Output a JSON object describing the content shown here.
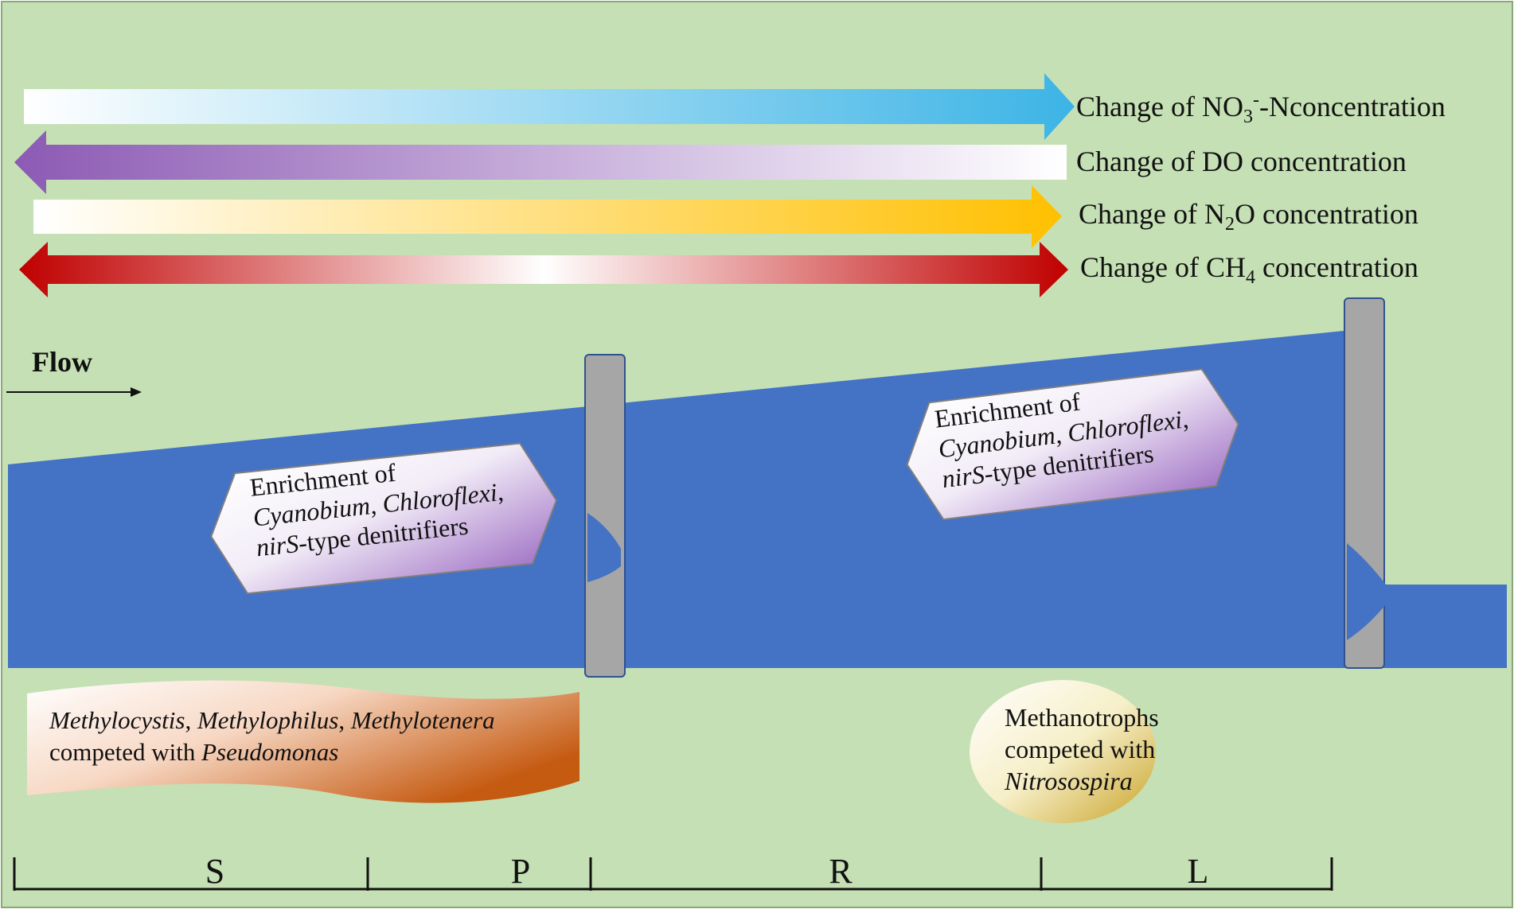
{
  "arrows": {
    "nitrate": {
      "prefix": "Change of NO",
      "sub": "3",
      "sup": "-",
      "suffix": "-Nconcentration"
    },
    "do": {
      "text": "Change of DO concentration"
    },
    "n2o": {
      "prefix": "Change of N",
      "sub": "2",
      "suffix": "O concentration"
    },
    "ch4": {
      "prefix": "Change of CH",
      "sub": "4",
      "suffix": " concentration"
    }
  },
  "flow": {
    "label": "Flow"
  },
  "enrichment_left": {
    "line1": "Enrichment of",
    "line2a": "Cyanobium, Chloroflexi",
    "line2b": ",",
    "line3a": "nirS",
    "line3b": "-type denitrifiers"
  },
  "enrichment_right": {
    "line1": "Enrichment of",
    "line2a": "Cyanobium, Chloroflexi",
    "line2b": ",",
    "line3a": "nirS",
    "line3b": "-type denitrifiers"
  },
  "competition_band": {
    "g1": "Methylocystis",
    "sep1": ", ",
    "g2": "Methylophilus",
    "sep2": ", ",
    "g3": "Methylotenera",
    "line2a": "competed with ",
    "line2b": "Pseudomonas"
  },
  "competition_ellipse": {
    "line1": "Methanotrophs",
    "line2": "competed with",
    "line3": "Nitrosospira"
  },
  "segments": [
    "S",
    "P",
    "R",
    "L"
  ],
  "colors": {
    "background": "#c5e0b4",
    "water": "#4472c4",
    "weir": "#a6a6a6",
    "nitrate_arrow": "#3cb4e6",
    "do_arrow": "#8c5ab4",
    "n2o_arrow": "#ffc000",
    "ch4_arrow": "#c00000"
  }
}
